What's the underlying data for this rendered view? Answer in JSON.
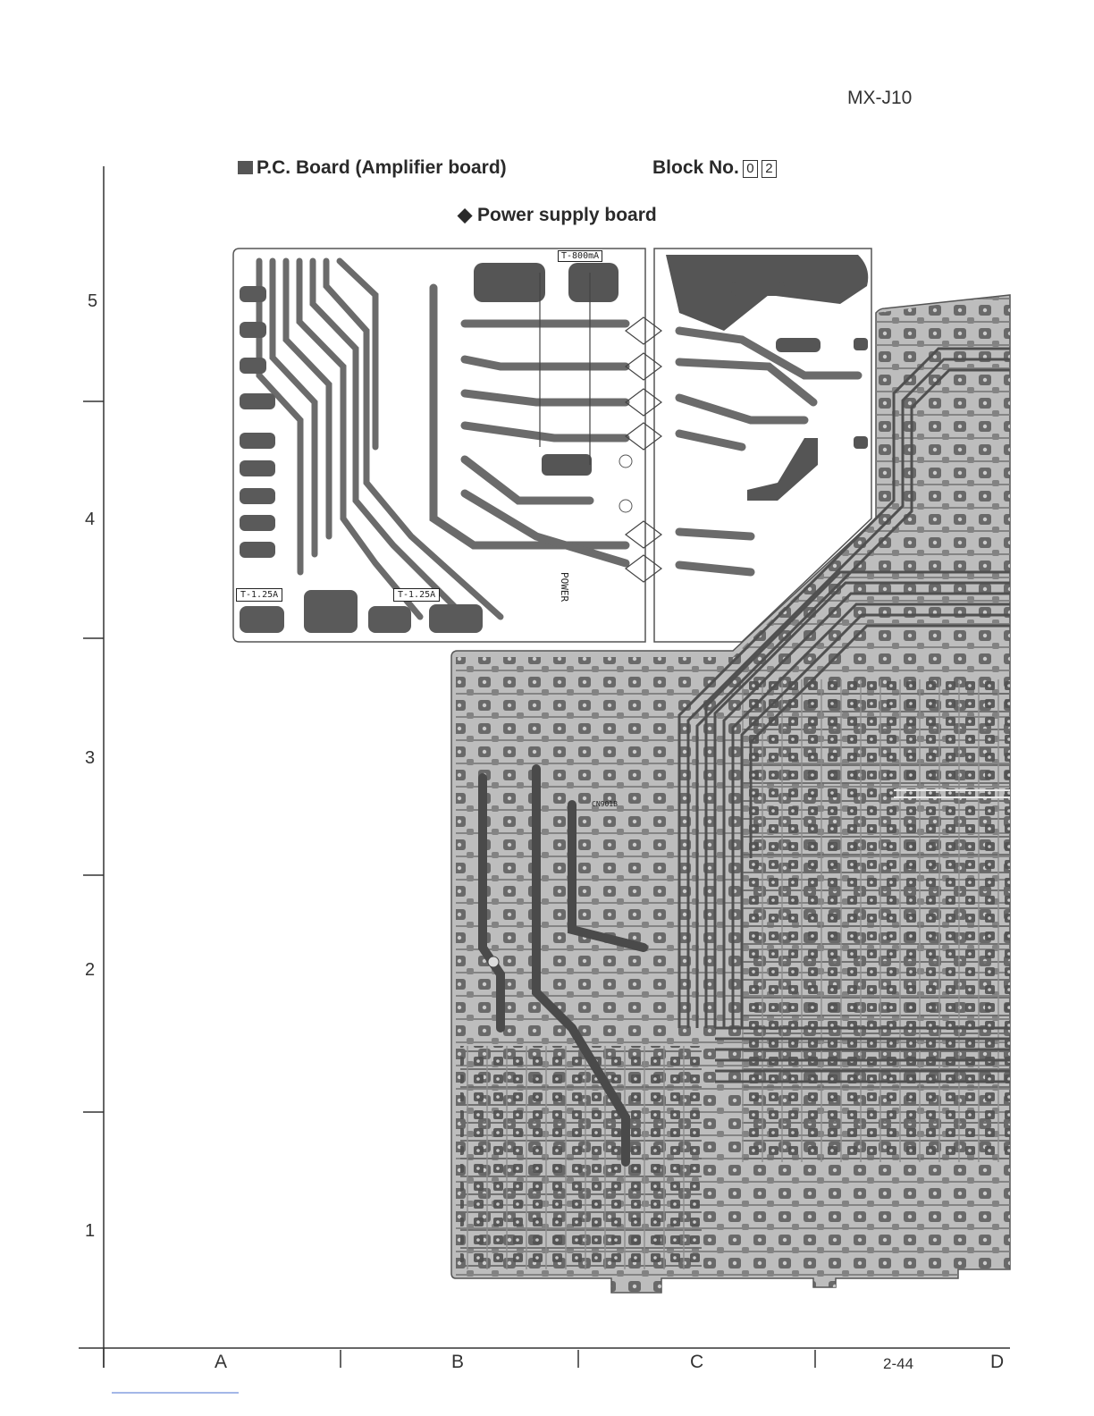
{
  "header": {
    "model": "MX-J10",
    "title": "P.C. Board (Amplifier board)",
    "block_label": "Block No.",
    "block_digits": [
      "0",
      "2"
    ],
    "subtitle": "Power supply board"
  },
  "board_labels": {
    "fuse_top": "T-800mA",
    "fuse_left": "T-1.25A",
    "fuse_mid": "T-1.25A",
    "connector": "CN901B",
    "pcb_text": "POWER"
  },
  "grid": {
    "rows": [
      "5",
      "4",
      "3",
      "2",
      "1"
    ],
    "columns": [
      "A",
      "B",
      "C",
      "D"
    ],
    "page_number": "2-44"
  },
  "colors": {
    "trace": "#6b6b6b",
    "pad": "#4f4f4f",
    "board_bg": "#c9c9c9"
  }
}
